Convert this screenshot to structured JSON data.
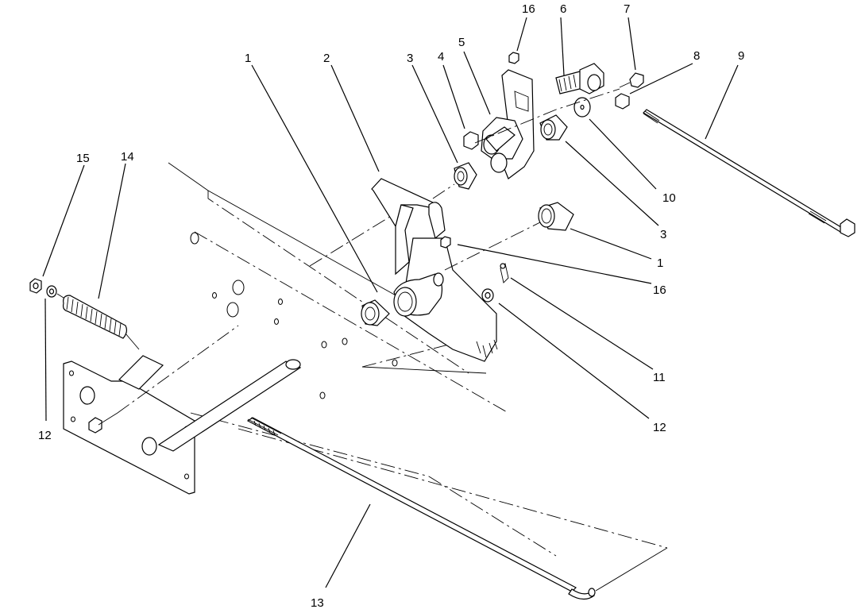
{
  "diagram": {
    "callouts": {
      "c1a": "1",
      "c2": "2",
      "c3a": "3",
      "c4": "4",
      "c5": "5",
      "c16a": "16",
      "c6": "6",
      "c7": "7",
      "c8": "8",
      "c9": "9",
      "c10": "10",
      "c3b": "3",
      "c1b": "1",
      "c16b": "16",
      "c11": "11",
      "c12b": "12",
      "c15": "15",
      "c14": "14",
      "c12a": "12",
      "c13": "13"
    }
  }
}
